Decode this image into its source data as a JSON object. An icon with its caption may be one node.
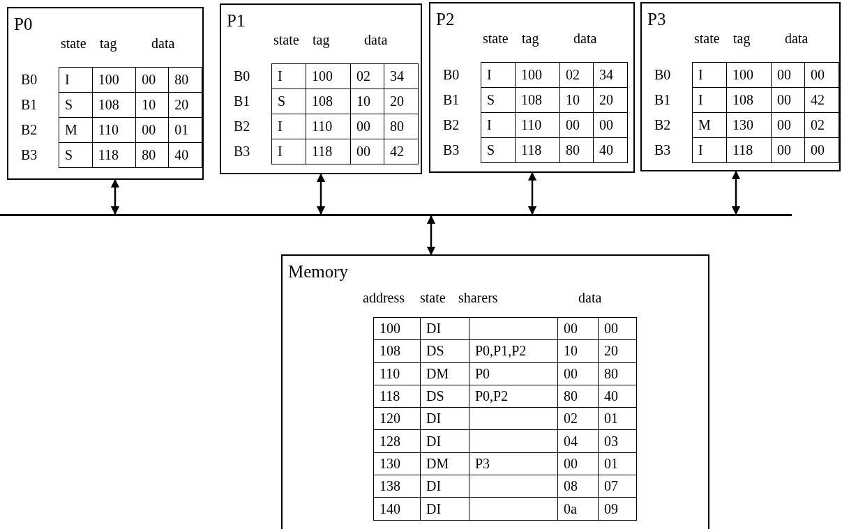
{
  "diagram": {
    "nodes": [
      {
        "text": [
          "P0"
        ]
      },
      {
        "text": [
          "P1"
        ]
      },
      {
        "text": [
          "P2"
        ]
      },
      {
        "text": [
          "P3"
        ]
      },
      {
        "text": [],
        "shape": "bar"
      },
      {
        "text": [
          "Memory"
        ]
      }
    ],
    "edges": [
      {
        "from": 0,
        "to": 4,
        "arrow": "both"
      },
      {
        "from": 1,
        "to": 4,
        "arrow": "both"
      },
      {
        "from": 2,
        "to": 4,
        "arrow": "both"
      },
      {
        "from": 3,
        "to": 4,
        "arrow": "both"
      },
      {
        "from": 4,
        "to": 5,
        "arrow": "both"
      }
    ],
    "labels": [
      "state",
      "tag",
      "data",
      "B0",
      "I",
      "100",
      "00",
      "80",
      "B1",
      "S",
      "108",
      "10",
      "20",
      "B2",
      "M",
      "110",
      "00",
      "01",
      "B3",
      "S",
      "118",
      "80",
      "40",
      "state",
      "tag",
      "data",
      "B0",
      "I",
      "100",
      "02",
      "34",
      "B1",
      "S",
      "108",
      "10",
      "20",
      "B2",
      "I",
      "110",
      "00",
      "80",
      "B3",
      "I",
      "118",
      "00",
      "42",
      "state",
      "tag",
      "data",
      "B0",
      "I",
      "100",
      "02",
      "34",
      "B1",
      "S",
      "108",
      "10",
      "20",
      "B2",
      "I",
      "110",
      "00",
      "00",
      "B3",
      "S",
      "118",
      "80",
      "40",
      "state",
      "tag",
      "data",
      "B0",
      "I",
      "100",
      "00",
      "00",
      "B1",
      "I",
      "108",
      "00",
      "42",
      "B2",
      "M",
      "130",
      "00",
      "02",
      "B3",
      "I",
      "118",
      "00",
      "00",
      "address",
      "state",
      "sharers",
      "data",
      "100",
      "DI",
      "00",
      "00",
      "108",
      "DS",
      "P0,P1,P2",
      "10",
      "20",
      "110",
      "DM",
      "P0",
      "00",
      "80",
      "118",
      "DS",
      "P0,P2",
      "80",
      "40",
      "120",
      "DI",
      "02",
      "01",
      "128",
      "DI",
      "04",
      "03",
      "130",
      "DM",
      "P3",
      "00",
      "01",
      "138",
      "DI",
      "08",
      "07",
      "140",
      "DI",
      "0a",
      "09"
    ]
  }
}
